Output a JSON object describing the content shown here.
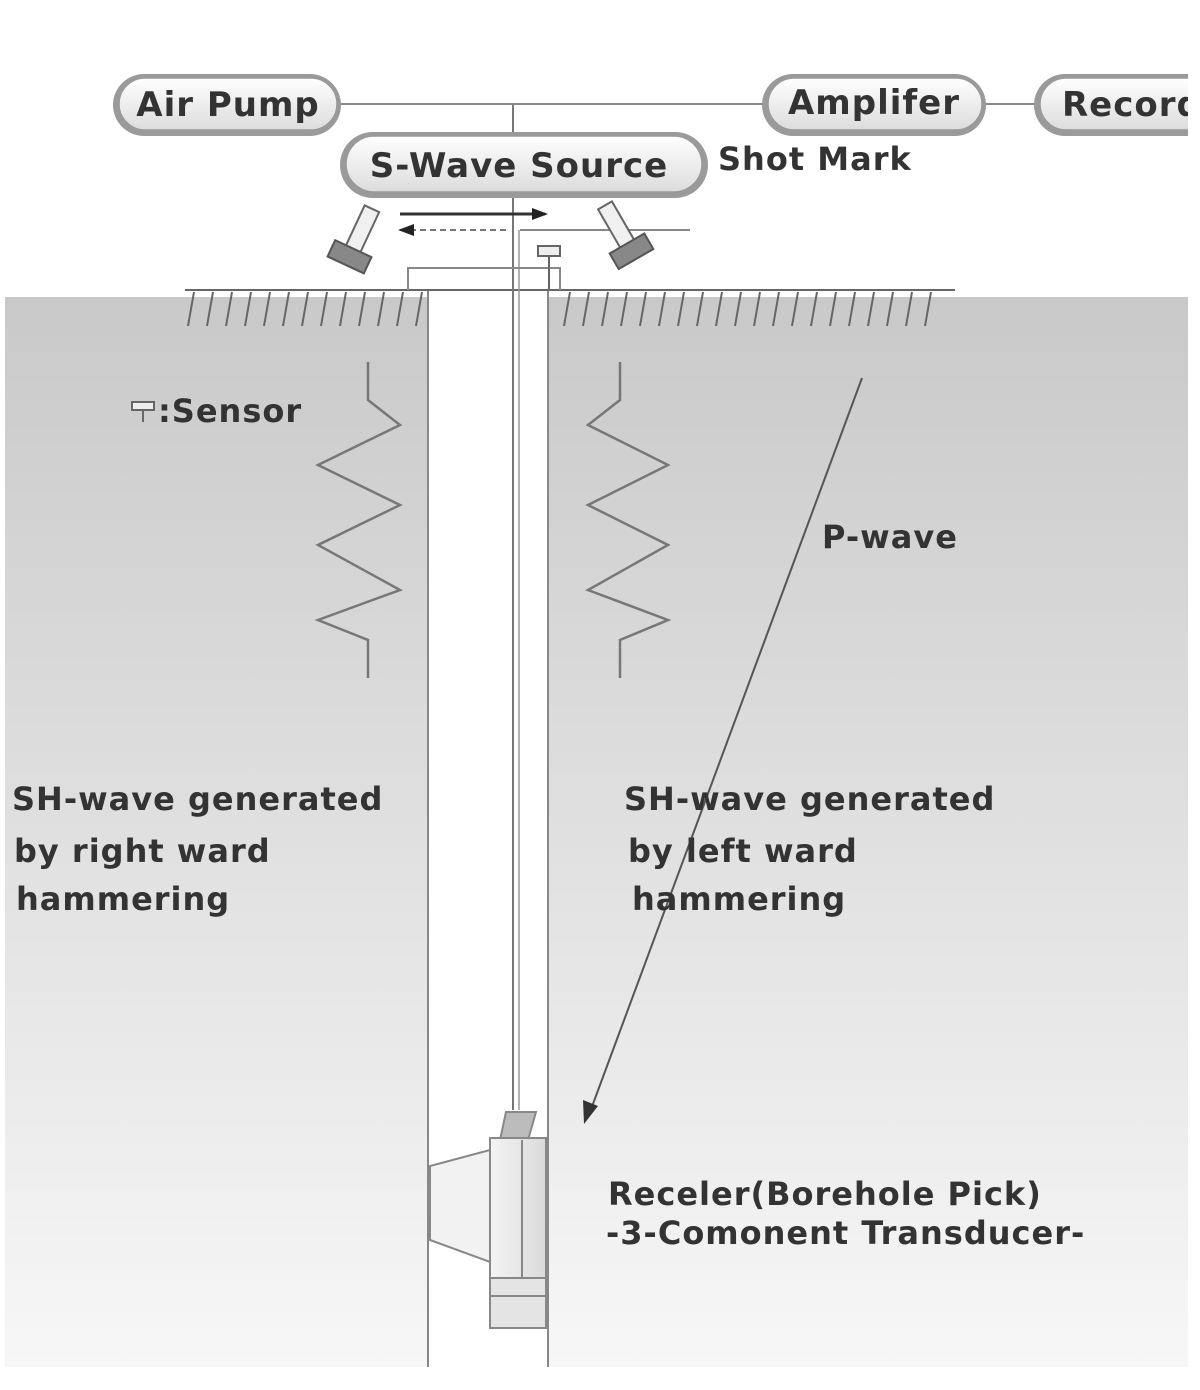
{
  "equipment": {
    "air_pump": "Air Pump",
    "amplifier": "Amplifer",
    "recorder": "Record",
    "source": "S-Wave Source"
  },
  "labels": {
    "shot_mark": "Shot Mark",
    "sensor_legend": ":Sensor",
    "p_wave": "P-wave",
    "sh_right": [
      "SH-wave generated",
      "by right ward",
      "hammering"
    ],
    "sh_left": [
      "SH-wave generated",
      "by left ward",
      "hammering"
    ],
    "receiver": [
      "Receler(Borehole Pick)",
      "-3-Comonent Transducer-"
    ]
  },
  "colors": {
    "ground_top": "#c9c9c9",
    "ground_bottom": "#f6f6f6",
    "line": "#777777",
    "text": "#333333"
  }
}
